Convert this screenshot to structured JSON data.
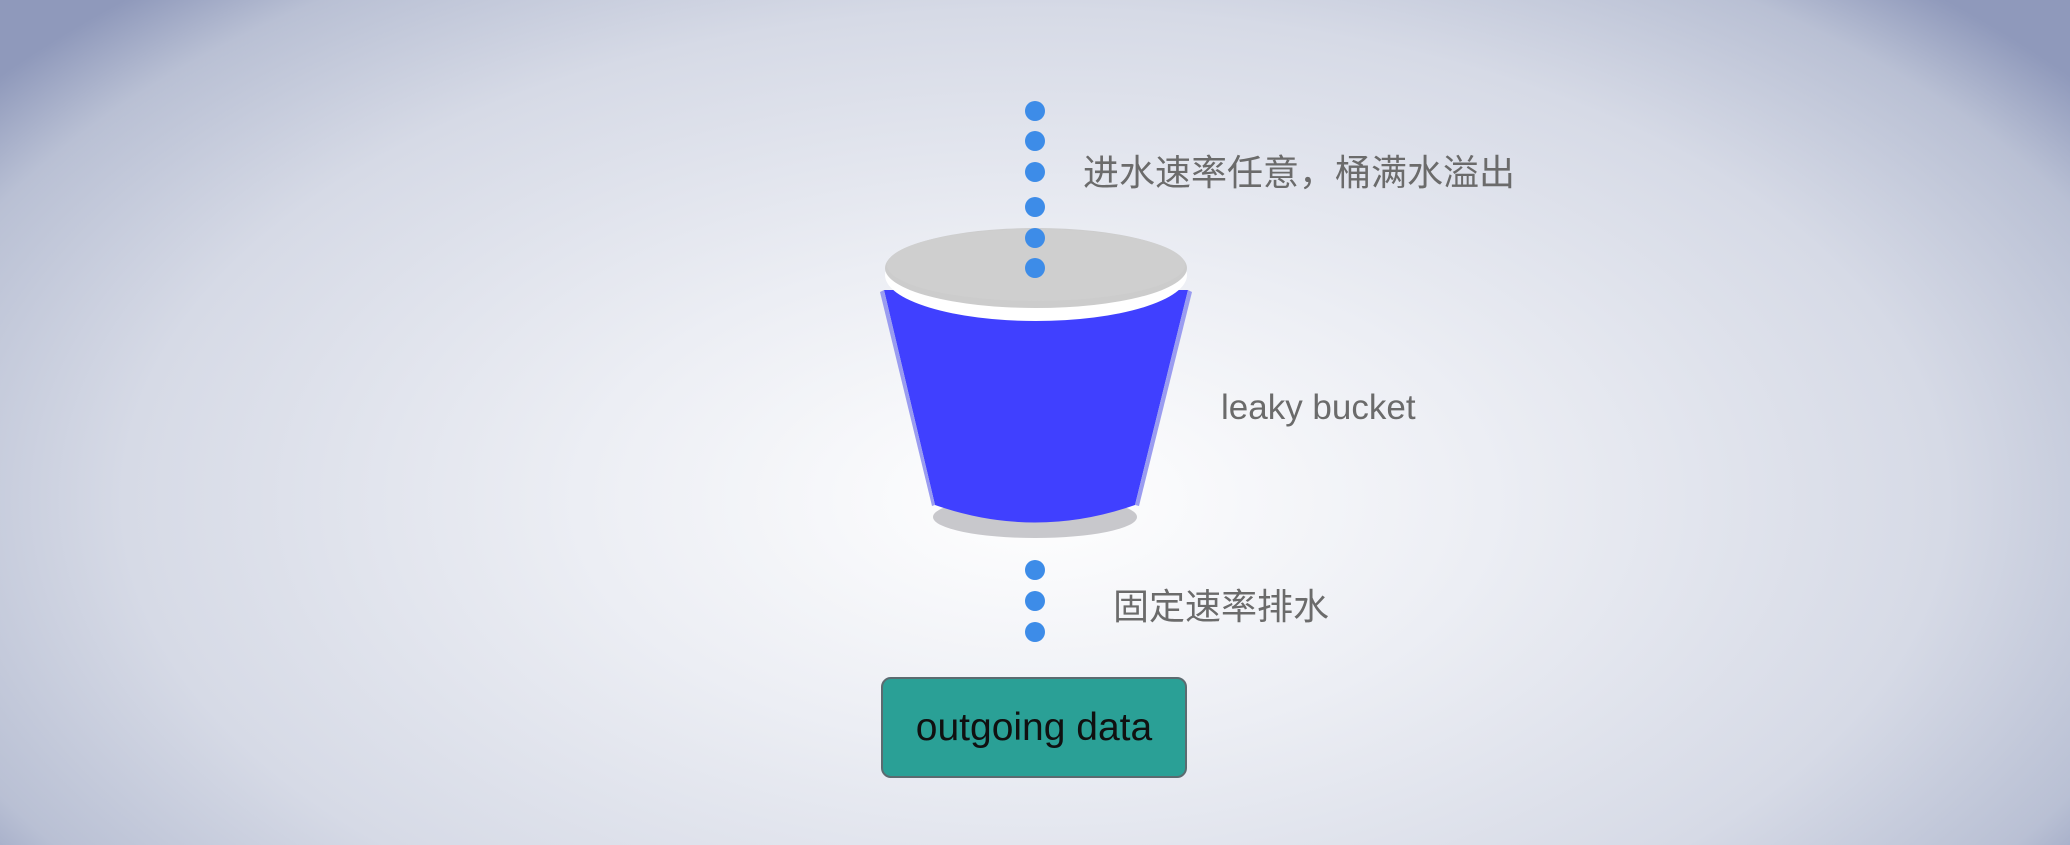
{
  "diagram": {
    "title": "",
    "inflow_label": "进水速率任意，桶满水溢出",
    "bucket_label": "leaky bucket",
    "outflow_label": "固定速率排水",
    "output_box_label": "outgoing data",
    "colors": {
      "drop": "#3d8ce8",
      "bucket_body": "#4040ff",
      "bucket_rim": "#cccccc",
      "bucket_rim_edge": "#ffffff",
      "bucket_base": "#c8c8cc",
      "output_box": "#2aa096",
      "label_text": "#6b6b6b"
    },
    "inflow_drops": 6,
    "outflow_drops": 3
  }
}
